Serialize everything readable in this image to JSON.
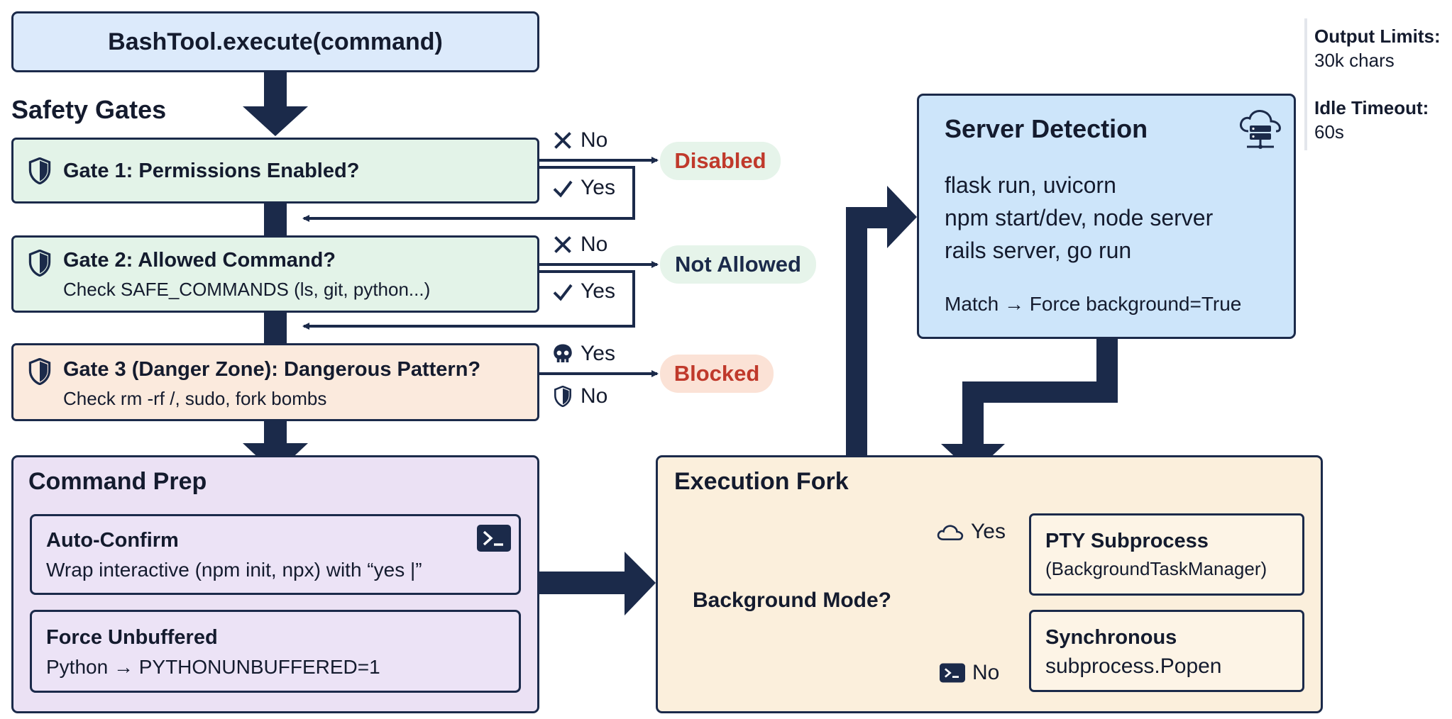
{
  "entry": {
    "title": "BashTool.execute(command)"
  },
  "safety": {
    "label": "Safety Gates",
    "gate1": {
      "title": "Gate 1: Permissions Enabled?",
      "no_label": "No",
      "yes_label": "Yes",
      "outcome": "Disabled"
    },
    "gate2": {
      "title": "Gate 2: Allowed Command?",
      "subtitle": "Check SAFE_COMMANDS (ls, git, python...)",
      "no_label": "No",
      "yes_label": "Yes",
      "outcome": "Not Allowed"
    },
    "gate3": {
      "title": "Gate 3 (Danger Zone): Dangerous Pattern?",
      "subtitle": "Check rm -rf /, sudo, fork bombs",
      "yes_label": "Yes",
      "no_label": "No",
      "outcome": "Blocked"
    }
  },
  "prep": {
    "title": "Command Prep",
    "auto_confirm": {
      "title": "Auto-Confirm",
      "text": "Wrap interactive (npm init, npx) with “yes |”"
    },
    "unbuffered": {
      "title": "Force Unbuffered",
      "text": "Python → PYTHONUNBUFFERED=1"
    }
  },
  "server": {
    "title": "Server Detection",
    "lines": [
      "flask run, uvicorn",
      "npm start/dev, node server",
      "rails server, go run"
    ],
    "match": "Match → Force background=True"
  },
  "fork": {
    "title": "Execution Fork",
    "question": "Background Mode?",
    "yes_label": "Yes",
    "no_label": "No",
    "pty": {
      "title": "PTY Subprocess",
      "text": "(BackgroundTaskManager)"
    },
    "sync": {
      "title": "Synchronous",
      "text": "subprocess.Popen"
    }
  },
  "limits": {
    "output_title": "Output Limits:",
    "output_value": "30k chars",
    "idle_title": "Idle Timeout:",
    "idle_value": "60s"
  },
  "colors": {
    "navy": "#1b2a4a",
    "gate_green": "#e3f3e8",
    "gate_peach": "#fbeadd",
    "entry_blue": "#dceafb",
    "prep_lavender": "#ebe1f4",
    "server_blue": "#cde5fa",
    "fork_cream": "#fbefdc",
    "outcome_red": "#c0392b"
  }
}
